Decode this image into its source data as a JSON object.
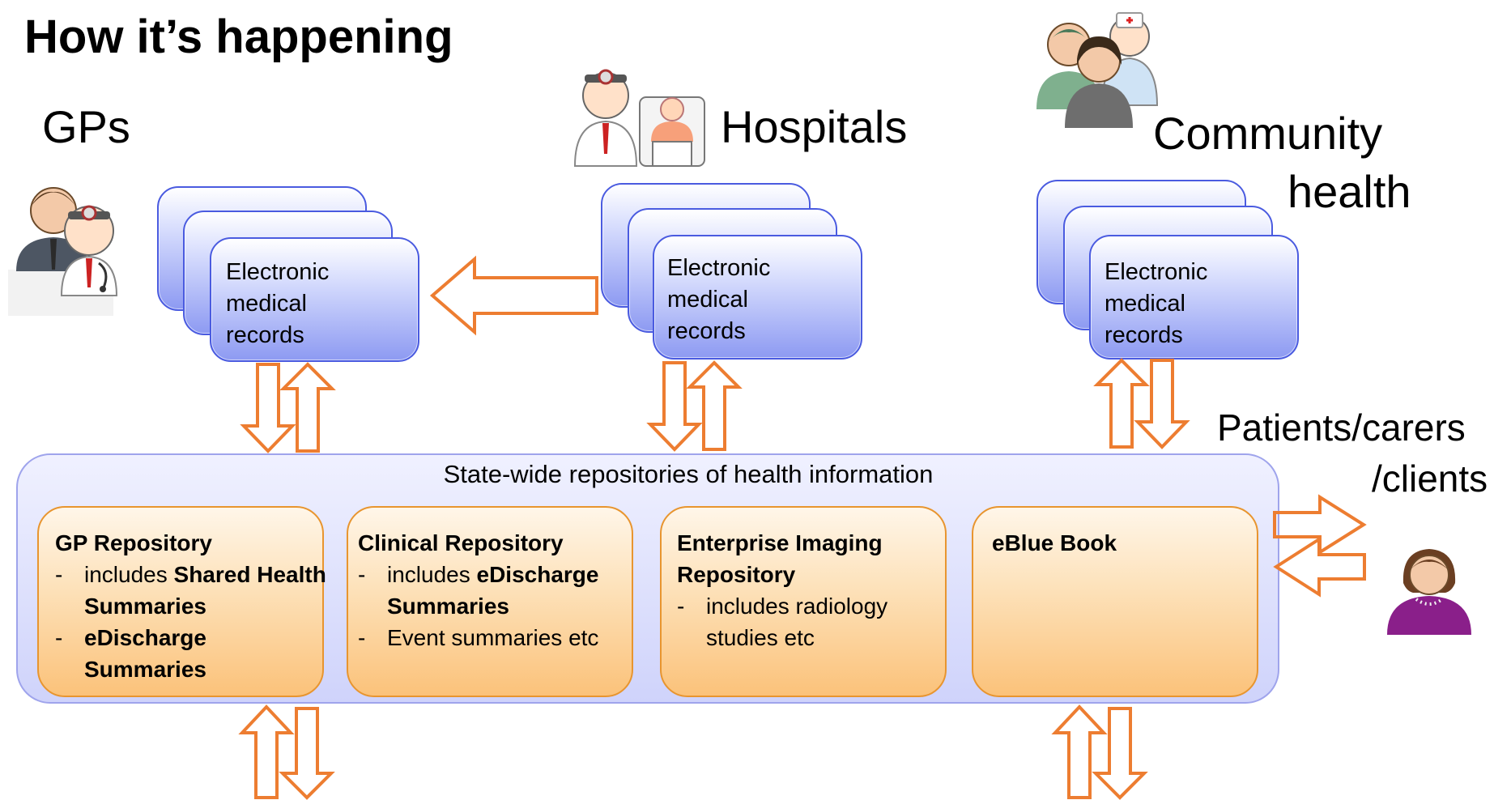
{
  "title": "How it’s happening",
  "labels": {
    "gps": "GPs",
    "hospitals": "Hospitals",
    "community_line1": "Community",
    "community_line2": "health",
    "patients_line1": "Patients/carers",
    "patients_line2": "/clients"
  },
  "emr": {
    "gp": "Electronic\nmedical\nrecords",
    "hospital": "Electronic\nmedical\nrecords",
    "community": "Electronic\nmedical\nrecords"
  },
  "state": {
    "title": "State-wide repositories of health information",
    "repos": {
      "gp": {
        "heading": "GP Repository",
        "item1_pre": "includes ",
        "item1_bold": "Shared Health Summaries",
        "item2_bold": "eDischarge Summaries"
      },
      "clinical": {
        "heading": "Clinical Repository",
        "item1_pre": "includes ",
        "item1_bold": "eDischarge Summaries",
        "item2": "Event summaries etc"
      },
      "imaging": {
        "heading": "Enterprise Imaging Repository",
        "item1": "includes radiology studies etc"
      },
      "ebluebook": {
        "heading": "eBlue Book"
      }
    }
  },
  "colors": {
    "arrow": "#ed7d31",
    "card_border": "#4a5be0",
    "repo_border": "#e8952f"
  },
  "icons": [
    "gp-doctor-icon",
    "hospital-doctor-icon",
    "community-health-workers-icon",
    "patient-icon"
  ]
}
